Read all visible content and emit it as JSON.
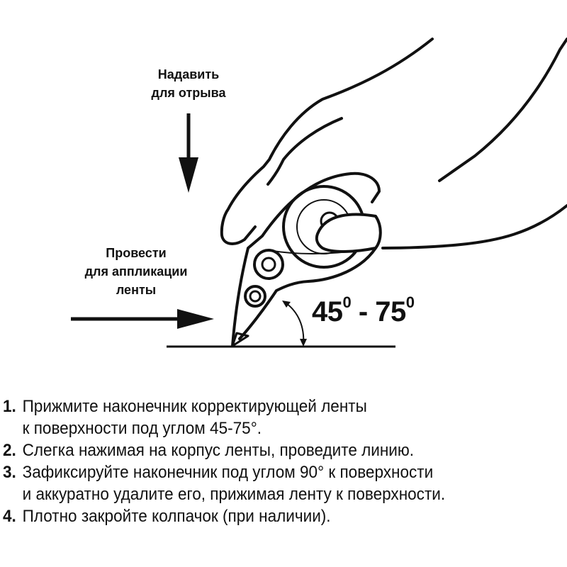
{
  "labels": {
    "press": [
      "Надавить",
      "для отрыва"
    ],
    "apply": [
      "Провести",
      "для аппликации",
      "ленты"
    ],
    "angle_from": "45",
    "angle_to": "75",
    "degree_mark": "0",
    "angle_sep": " - "
  },
  "steps": [
    {
      "num": "1.",
      "lines": [
        "Прижмите наконечник корректирующей ленты",
        "к поверхности под углом 45-75°."
      ]
    },
    {
      "num": "2.",
      "lines": [
        "Слегка нажимая на корпус ленты, проведите линию."
      ]
    },
    {
      "num": "3.",
      "lines": [
        "Зафиксируйте наконечник под углом 90° к поверхности",
        "и аккуратно удалите его, прижимая ленту к поверхности."
      ]
    },
    {
      "num": "4.",
      "lines": [
        "Плотно закройте колпачок (при наличии)."
      ]
    }
  ]
}
